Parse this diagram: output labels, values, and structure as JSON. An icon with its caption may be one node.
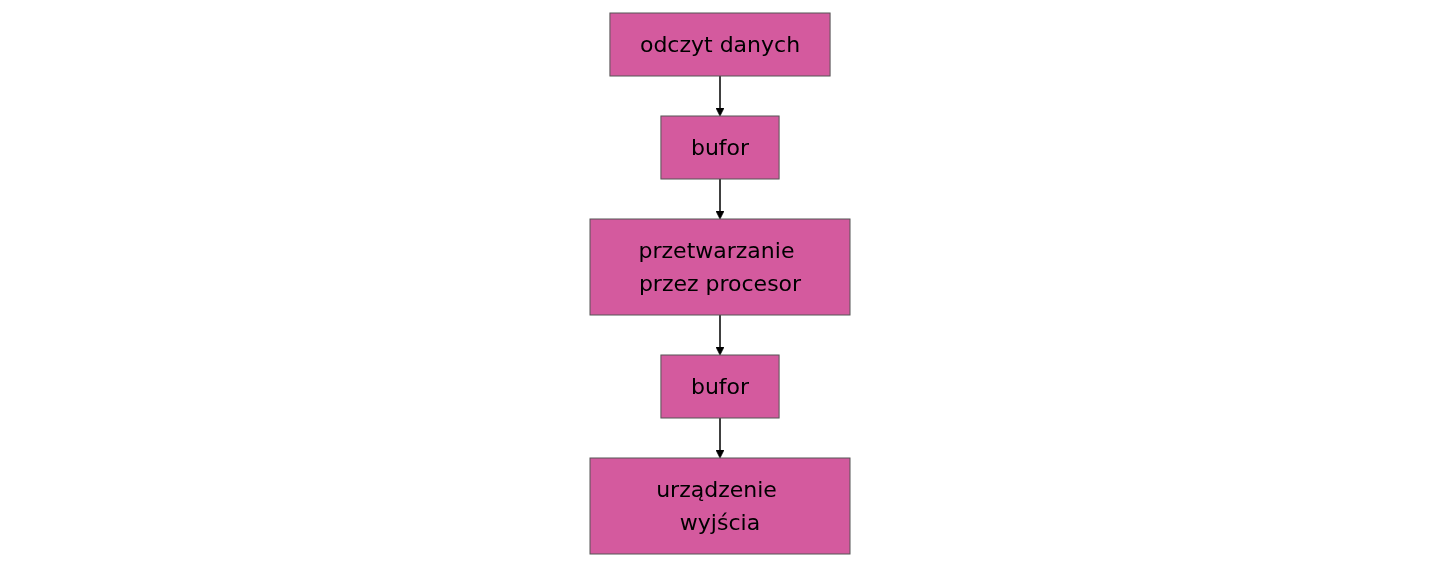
{
  "diagram": {
    "nodes": [
      {
        "text": [
          "odczyt danych"
        ]
      },
      {
        "text": [
          "bufor"
        ]
      },
      {
        "text": [
          "przetwarzanie przez procesor"
        ]
      },
      {
        "text": [
          "bufor"
        ]
      },
      {
        "text": [
          "urządzenie wyjścia"
        ]
      }
    ],
    "edges": [
      {
        "from": 0,
        "to": 1,
        "arrow": "to"
      },
      {
        "from": 1,
        "to": 2,
        "arrow": "to"
      },
      {
        "from": 2,
        "to": 3,
        "arrow": "to"
      },
      {
        "from": 3,
        "to": 4,
        "arrow": "to"
      }
    ]
  }
}
